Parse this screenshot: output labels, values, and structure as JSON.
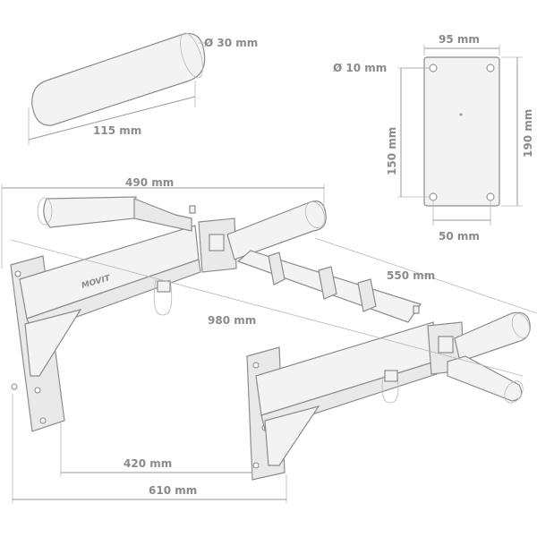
{
  "dimensions": {
    "grip_diameter": "Ø 30 mm",
    "grip_length": "115 mm",
    "plate_width_top": "95 mm",
    "plate_hole_diameter": "Ø 10 mm",
    "plate_hole_spacing_vertical": "150 mm",
    "plate_height": "190 mm",
    "plate_hole_spacing_horizontal": "50 mm",
    "grip_spacing_top": "490 mm",
    "bar_width": "550 mm",
    "total_length": "980 mm",
    "mount_spacing": "420 mm",
    "total_width": "610 mm"
  },
  "brand": {
    "logo": "MOVIT"
  }
}
